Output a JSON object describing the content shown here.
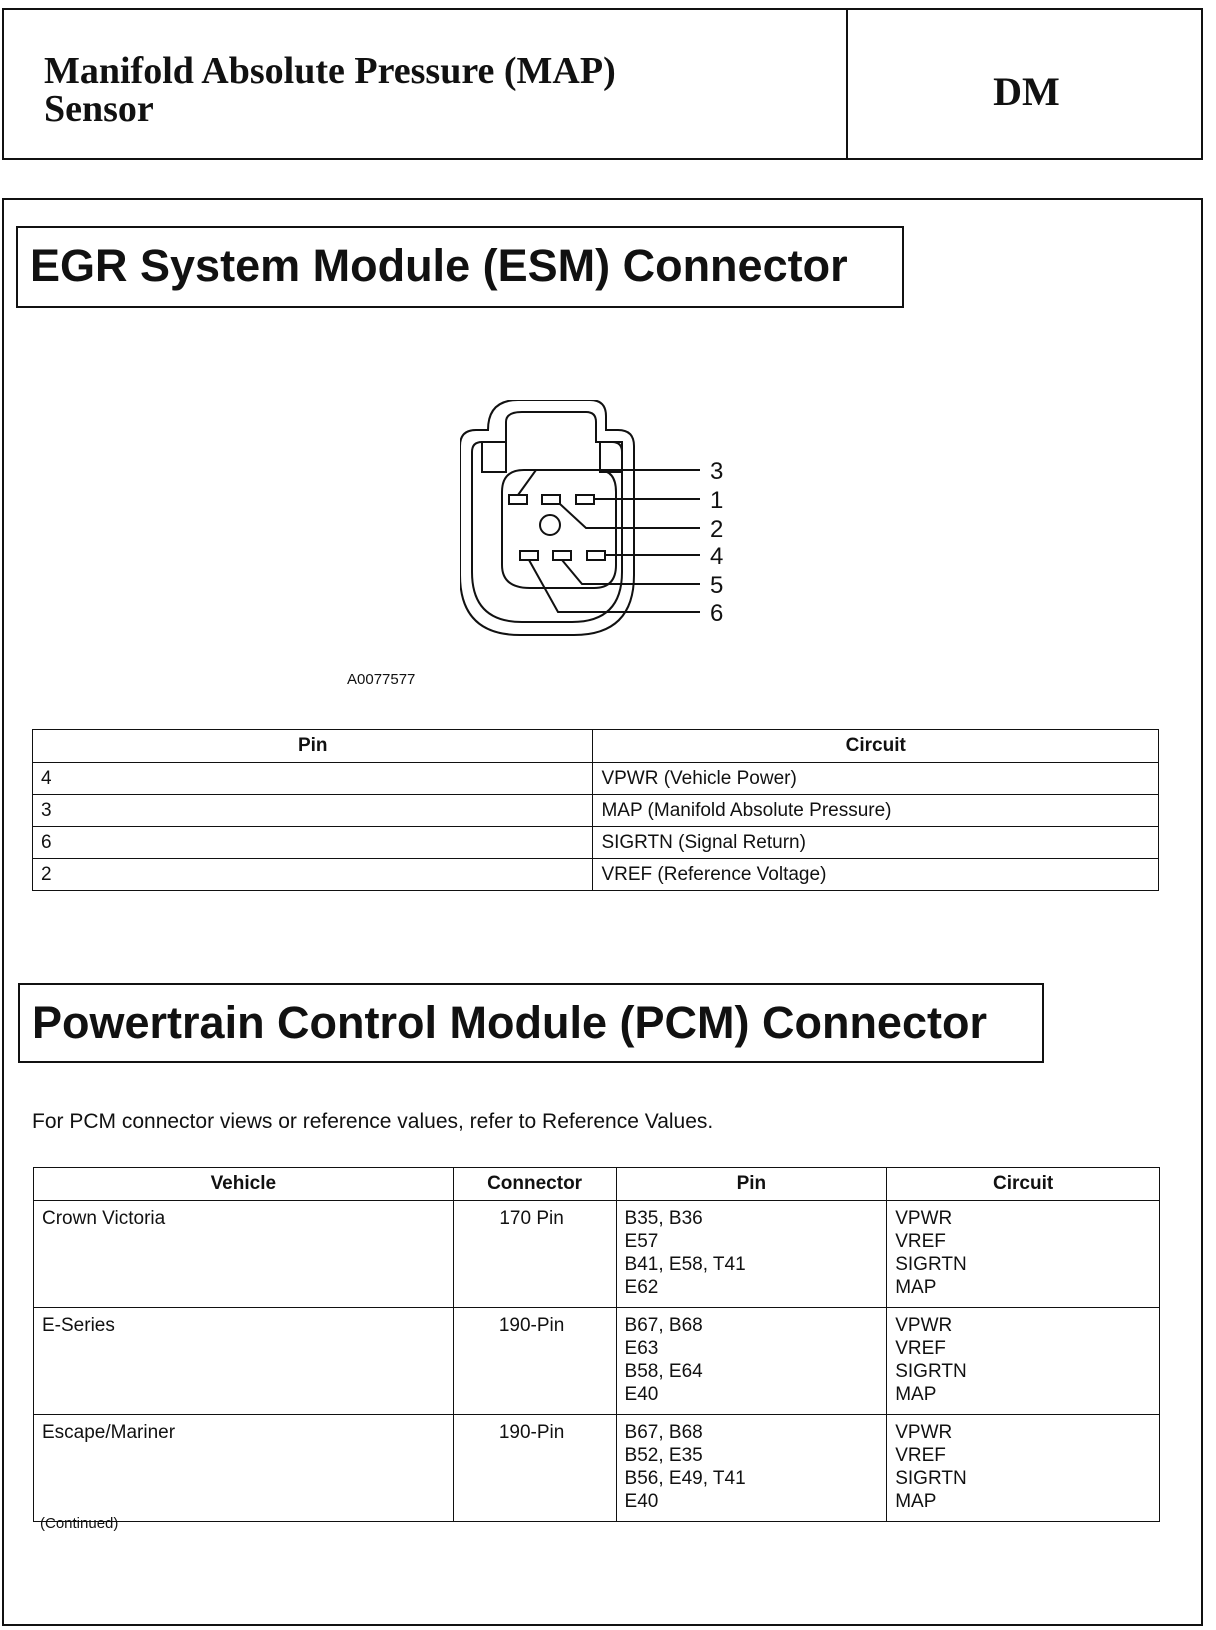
{
  "header": {
    "title_line1": "Manifold Absolute Pressure (MAP)",
    "title_line2": "Sensor",
    "section_code": "DM"
  },
  "esm_section": {
    "heading": "EGR System Module (ESM) Connector",
    "figure_id": "A0077577",
    "diagram_pin_labels": [
      "3",
      "1",
      "2",
      "4",
      "5",
      "6"
    ],
    "table": {
      "headers": [
        "Pin",
        "Circuit"
      ],
      "rows": [
        {
          "pin": "4",
          "circuit": "VPWR (Vehicle Power)"
        },
        {
          "pin": "3",
          "circuit": "MAP (Manifold Absolute Pressure)"
        },
        {
          "pin": "6",
          "circuit": "SIGRTN (Signal Return)"
        },
        {
          "pin": "2",
          "circuit": "VREF (Reference Voltage)"
        }
      ]
    }
  },
  "pcm_section": {
    "heading": "Powertrain Control Module (PCM) Connector",
    "note": "For PCM connector views or reference values, refer to Reference Values.",
    "table": {
      "headers": [
        "Vehicle",
        "Connector",
        "Pin",
        "Circuit"
      ],
      "rows": [
        {
          "vehicle": "Crown Victoria",
          "connector": "170 Pin",
          "pins": [
            "B35, B36",
            "E57",
            "B41, E58, T41",
            "E62"
          ],
          "circuits": [
            "VPWR",
            "VREF",
            "SIGRTN",
            "MAP"
          ]
        },
        {
          "vehicle": "E-Series",
          "connector": "190-Pin",
          "pins": [
            "B67, B68",
            "E63",
            "B58, E64",
            "E40"
          ],
          "circuits": [
            "VPWR",
            "VREF",
            "SIGRTN",
            "MAP"
          ]
        },
        {
          "vehicle": "Escape/Mariner",
          "connector": "190-Pin",
          "pins": [
            "B67, B68",
            "B52, E35",
            "B56, E49, T41",
            "E40"
          ],
          "circuits": [
            "VPWR",
            "VREF",
            "SIGRTN",
            "MAP"
          ]
        }
      ]
    },
    "continued_label": "(Continued)"
  }
}
